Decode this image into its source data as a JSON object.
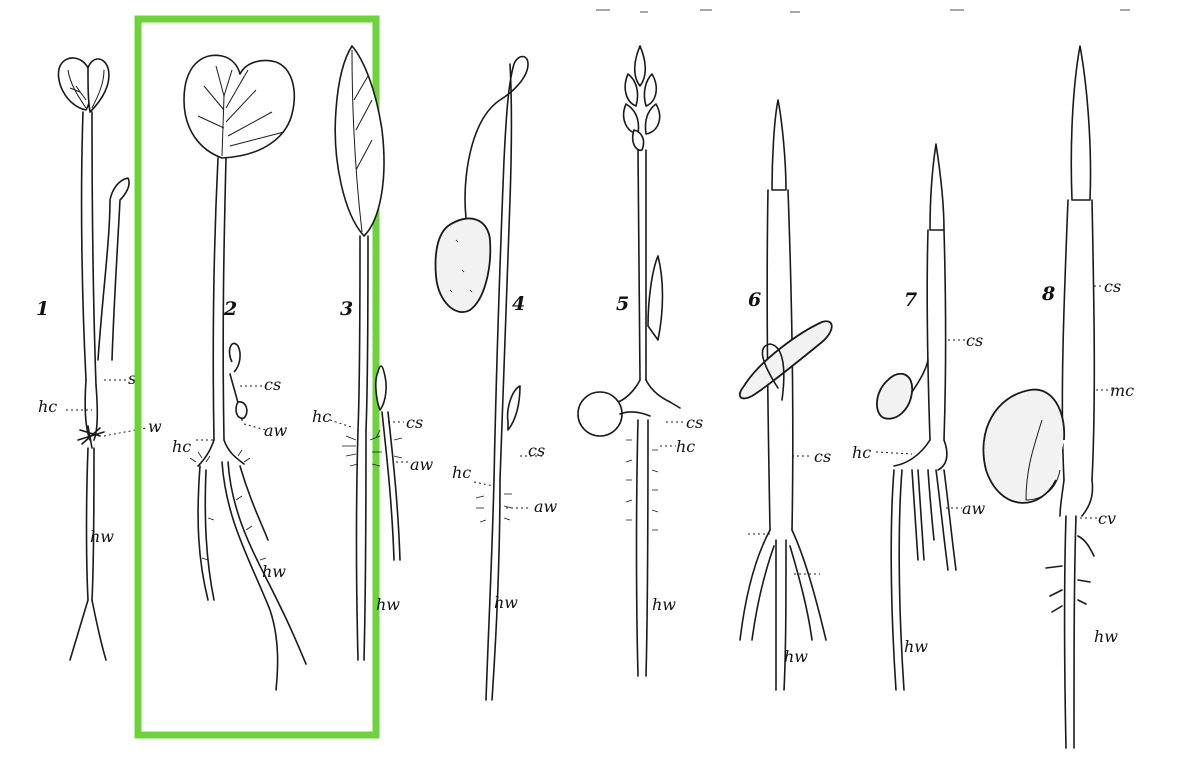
{
  "figure": {
    "highlight_color": "#6cd33a",
    "seedlings": [
      {
        "number": "1",
        "labels": [
          "s",
          "hc",
          "w",
          "hw"
        ]
      },
      {
        "number": "2",
        "labels": [
          "cs",
          "aw",
          "hc",
          "hw"
        ]
      },
      {
        "number": "3",
        "labels": [
          "hc",
          "cs",
          "aw",
          "hw"
        ]
      },
      {
        "number": "4",
        "labels": [
          "cs",
          "hc",
          "aw",
          "hw"
        ]
      },
      {
        "number": "5",
        "labels": [
          "cs",
          "hc",
          "hw"
        ]
      },
      {
        "number": "6",
        "labels": [
          "cs",
          "hw"
        ]
      },
      {
        "number": "7",
        "labels": [
          "cs",
          "hc",
          "aw",
          "hw"
        ]
      },
      {
        "number": "8",
        "labels": [
          "cs",
          "mc",
          "cv",
          "hw"
        ]
      }
    ]
  }
}
